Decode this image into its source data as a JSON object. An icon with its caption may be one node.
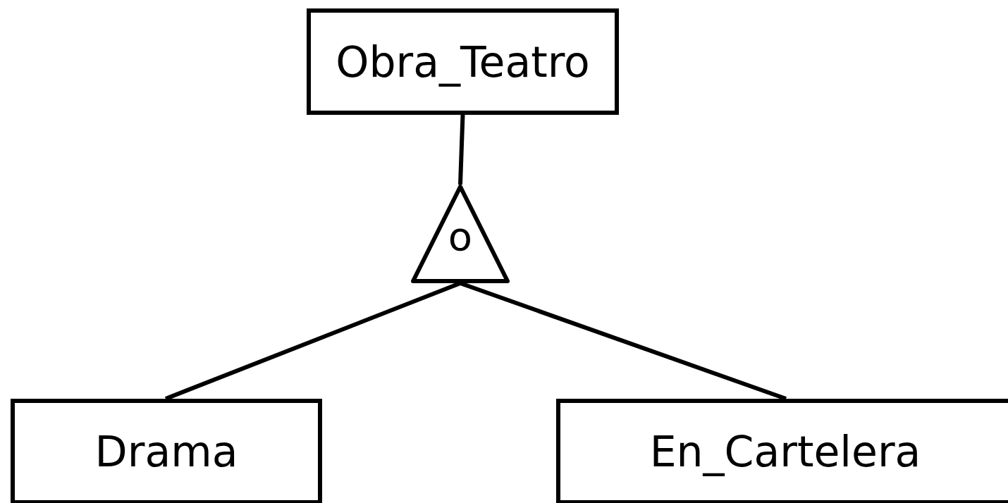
{
  "diagram": {
    "nodes": [
      {
        "text": [
          "Obra_Teatro"
        ]
      },
      {
        "text": [
          "o"
        ]
      },
      {
        "text": [
          "Drama"
        ]
      },
      {
        "text": [
          "En_Cartelera"
        ]
      }
    ],
    "edges": [
      {
        "from": 0,
        "to": 1,
        "arrow": "none"
      },
      {
        "from": 1,
        "to": 2,
        "arrow": "none"
      },
      {
        "from": 1,
        "to": 3,
        "arrow": "none"
      }
    ]
  }
}
